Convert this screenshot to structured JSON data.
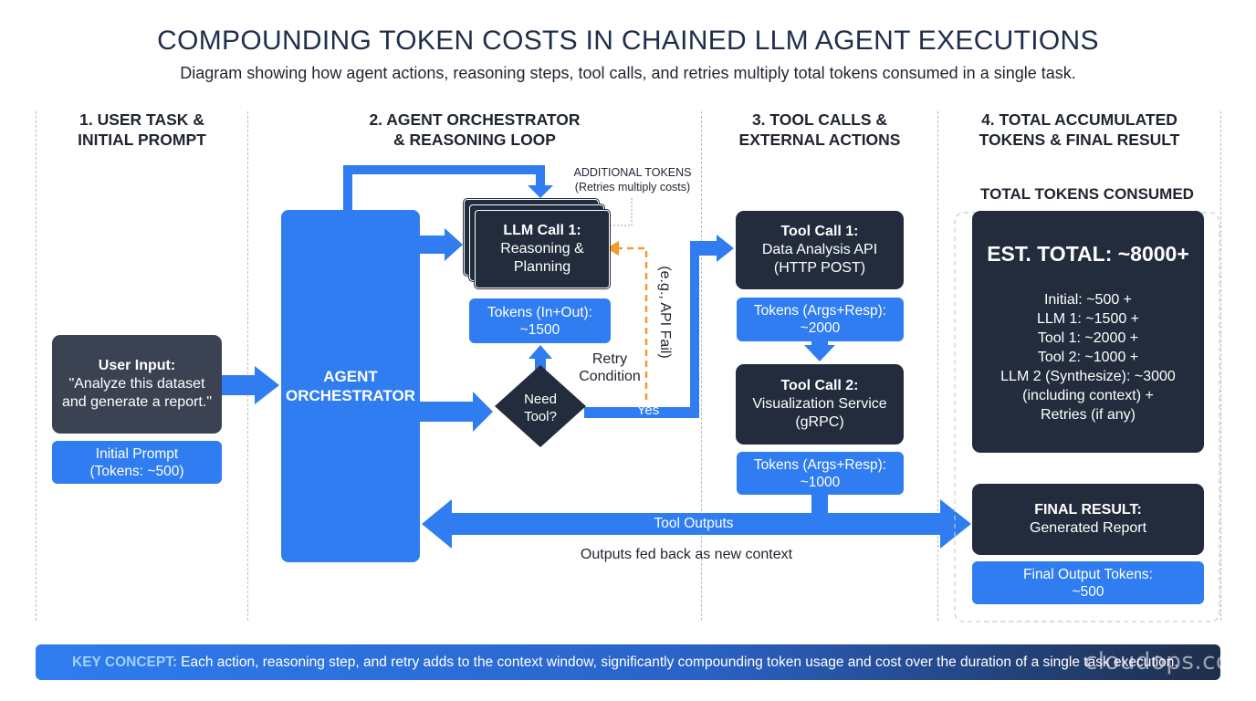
{
  "header": {
    "title": "COMPOUNDING TOKEN COSTS IN CHAINED LLM AGENT EXECUTIONS",
    "subtitle": "Diagram showing how agent actions, reasoning steps, tool calls, and retries multiply total tokens consumed in a single task."
  },
  "columns": [
    {
      "line1": "1. USER TASK &",
      "line2": "INITIAL PROMPT"
    },
    {
      "line1": "2. AGENT ORCHESTRATOR",
      "line2": "& REASONING LOOP"
    },
    {
      "line1": "3. TOOL CALLS &",
      "line2": "EXTERNAL ACTIONS"
    },
    {
      "line1": "4. TOTAL ACCUMULATED",
      "line2": "TOKENS & FINAL RESULT"
    }
  ],
  "user_input": {
    "label": "User Input:",
    "line1": "\"Analyze this dataset",
    "line2": "and generate a report.\""
  },
  "initial_prompt": {
    "line1": "Initial Prompt",
    "line2": "(Tokens: ~500)"
  },
  "orchestrator": {
    "line1": "AGENT",
    "line2": "ORCHESTRATOR"
  },
  "llm_call": {
    "title": "LLM Call 1:",
    "line1": "Reasoning &",
    "line2": "Planning"
  },
  "llm_tokens": {
    "line1": "Tokens (In+Out):",
    "line2": "~1500"
  },
  "additional_tokens": {
    "line1": "ADDITIONAL TOKENS",
    "line2": "(Retries multiply costs)"
  },
  "retry": {
    "line1": "Retry",
    "line2": "Condition",
    "fail": "(e.g., API Fail)"
  },
  "decision": {
    "line1": "Need",
    "line2": "Tool?",
    "yes": "Yes"
  },
  "tool1": {
    "title": "Tool Call 1:",
    "line1": "Data Analysis API",
    "line2": "(HTTP POST)"
  },
  "tool1_tokens": {
    "line1": "Tokens (Args+Resp):",
    "line2": "~2000"
  },
  "tool2": {
    "title": "Tool Call 2:",
    "line1": "Visualization Service",
    "line2": "(gRPC)"
  },
  "tool2_tokens": {
    "line1": "Tokens (Args+Resp):",
    "line2": "~1000"
  },
  "tool_outputs": {
    "label": "Tool Outputs",
    "caption": "Outputs fed back as new context"
  },
  "total": {
    "heading": "TOTAL TOKENS CONSUMED",
    "est": "EST. TOTAL: ~8000+",
    "lines": [
      "Initial: ~500 +",
      "LLM 1: ~1500 +",
      "Tool 1: ~2000 +",
      "Tool 2: ~1000 +",
      "LLM 2 (Synthesize): ~3000",
      "(including context) +",
      "Retries (if any)"
    ]
  },
  "final_result": {
    "title": "FINAL RESULT:",
    "line1": "Generated Report"
  },
  "final_tokens": {
    "line1": "Final Output Tokens:",
    "line2": "~500"
  },
  "key_concept": {
    "label": "KEY CONCEPT:",
    "text": "Each action, reasoning step, and retry adds to the context window, significantly compounding token usage and cost over the duration of a single task execution."
  },
  "watermark": "cloudops.com",
  "colors": {
    "blue": "#2f7df0",
    "dark": "#2a3344",
    "navy": "#222c3d",
    "orange": "#f39a2e"
  }
}
